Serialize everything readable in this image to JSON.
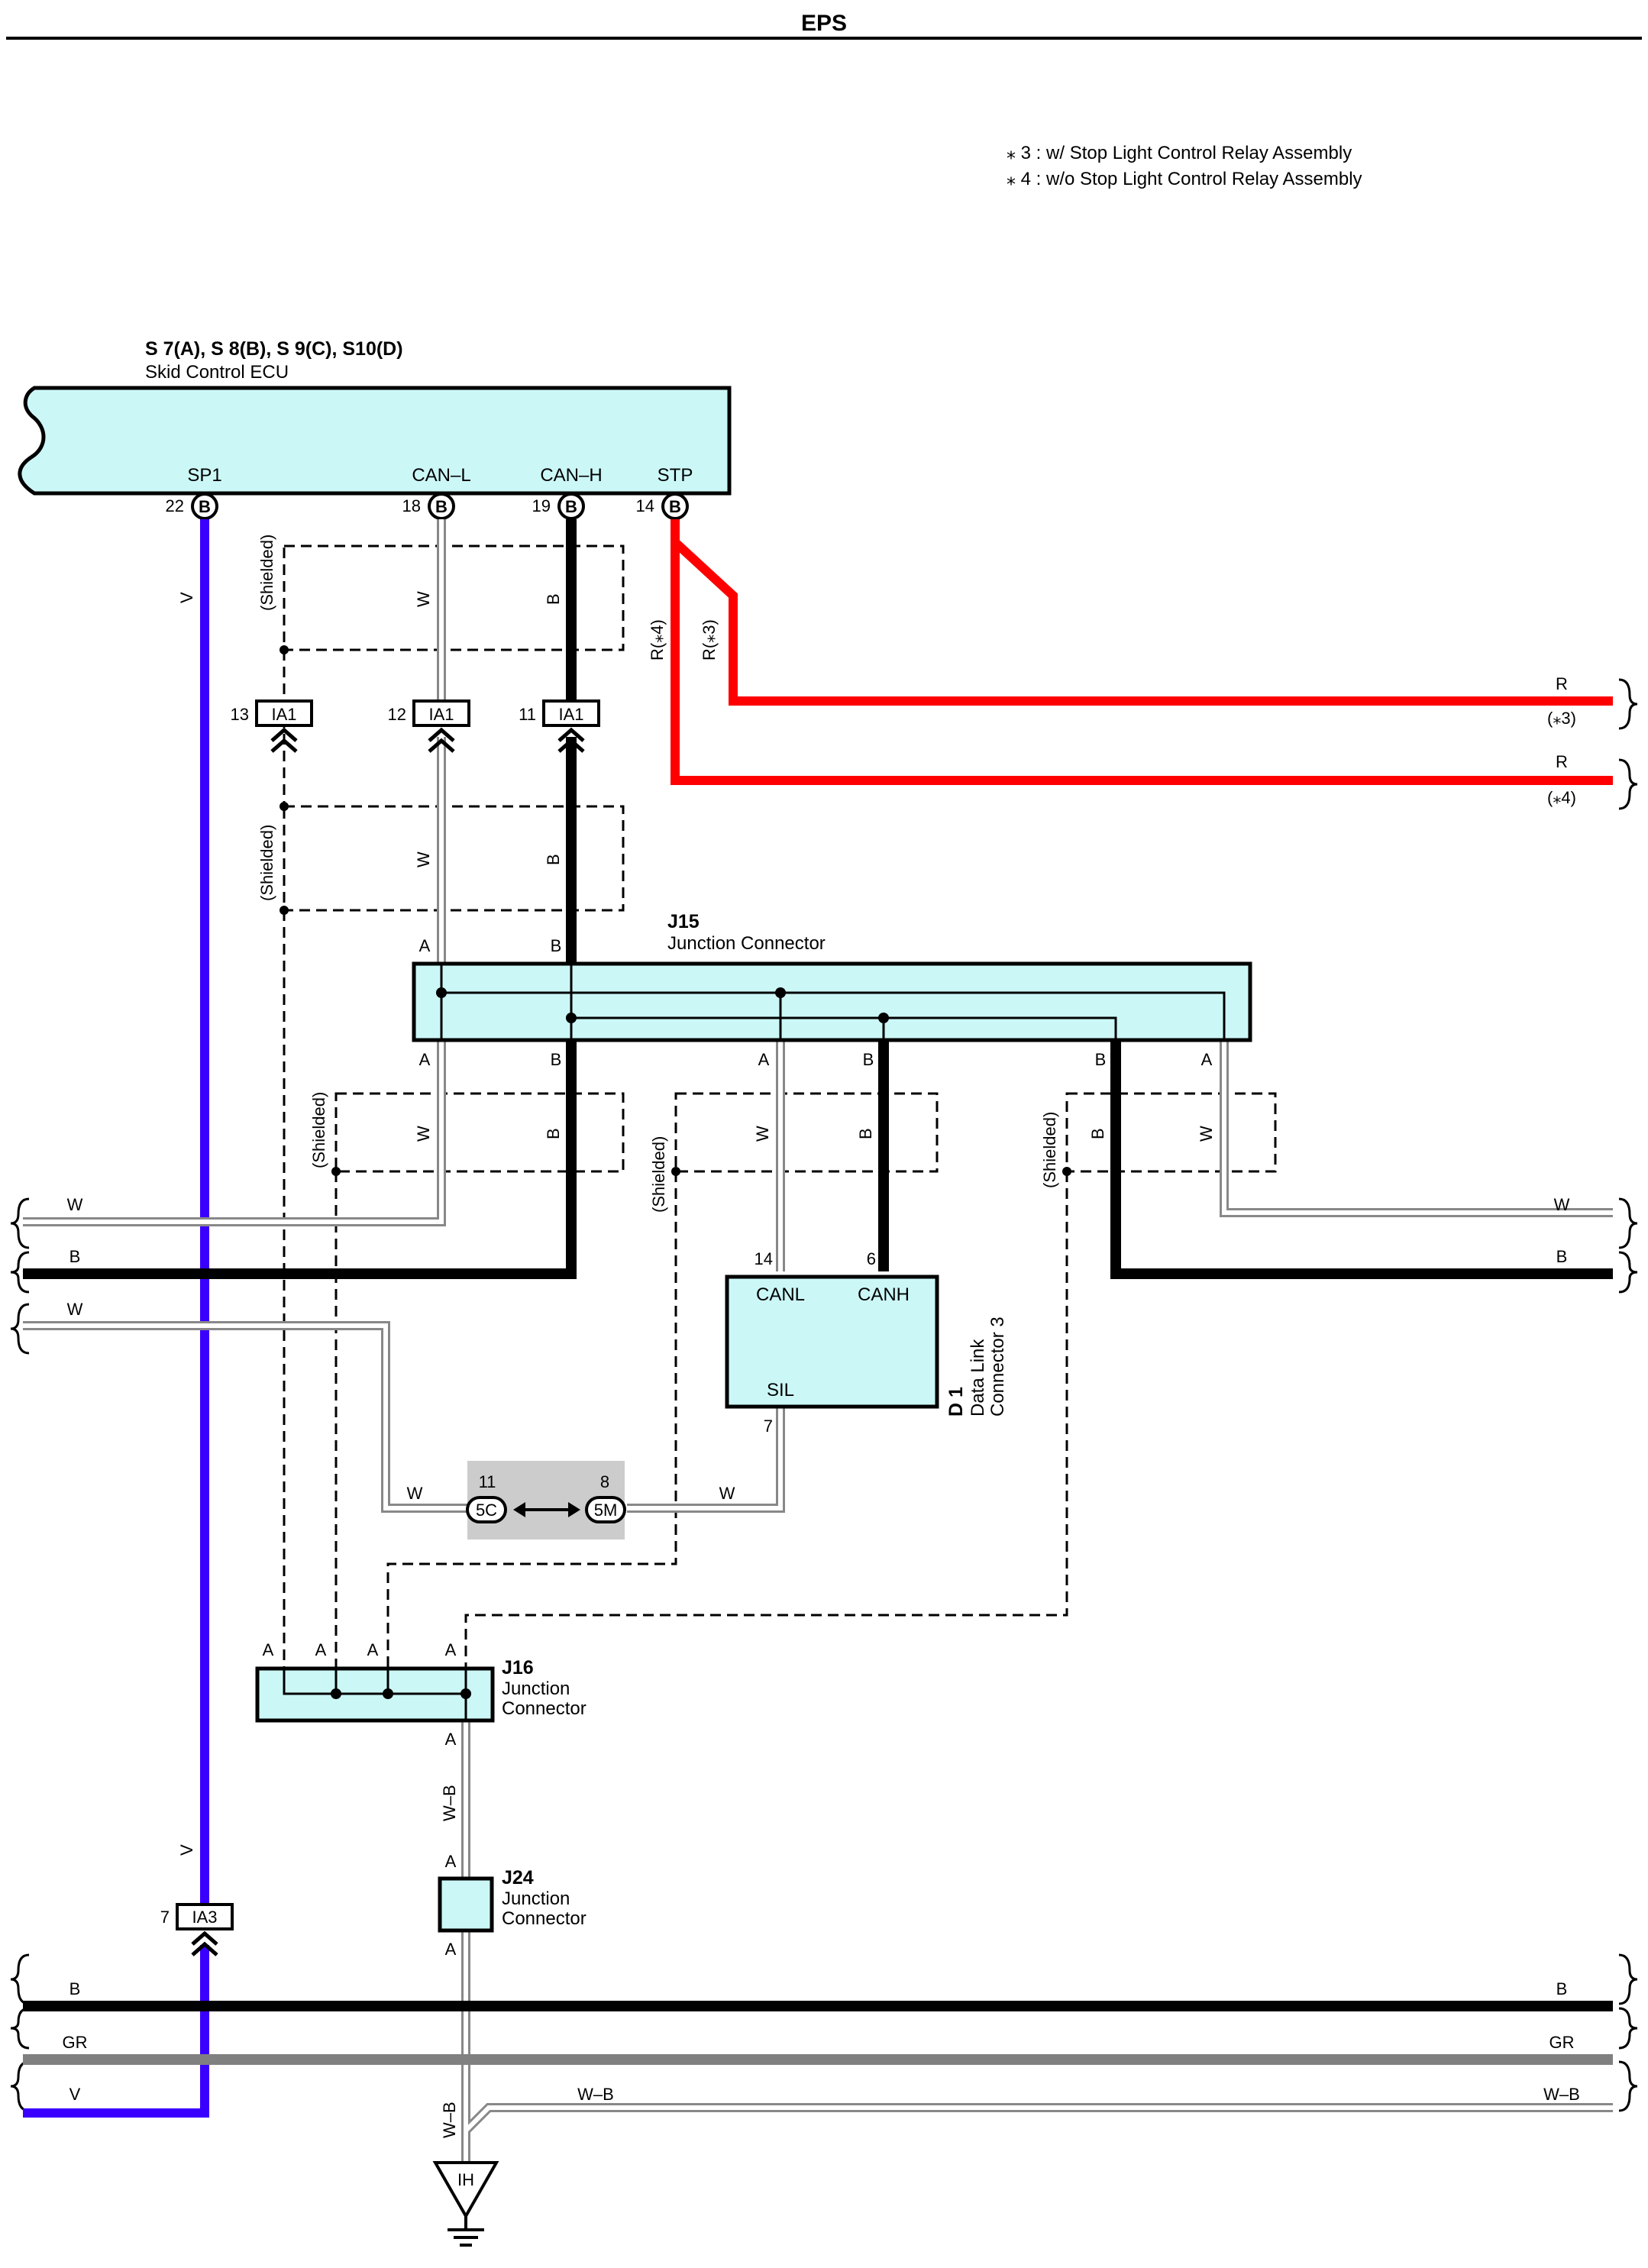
{
  "page": {
    "title": "EPS"
  },
  "notes": [
    "⁎ 3 : w/ Stop Light Control Relay Assembly",
    "⁎ 4 : w/o Stop Light Control Relay Assembly"
  ],
  "ecu": {
    "id": "S 7(A), S 8(B), S 9(C), S10(D)",
    "name": "Skid Control ECU",
    "terminals": [
      {
        "pin": "22",
        "conn": "B",
        "name": "SP1"
      },
      {
        "pin": "18",
        "conn": "B",
        "name": "CAN–L"
      },
      {
        "pin": "19",
        "conn": "B",
        "name": "CAN–H"
      },
      {
        "pin": "14",
        "conn": "B",
        "name": "STP"
      }
    ]
  },
  "inline_connectors": {
    "ia1": {
      "name": "IA1",
      "pins": [
        "13",
        "12",
        "11"
      ]
    },
    "ia3": {
      "name": "IA3",
      "pin": "7"
    }
  },
  "j15": {
    "id": "J15",
    "name": "Junction Connector"
  },
  "j16": {
    "id": "J16",
    "name_line1": "Junction",
    "name_line2": "Connector"
  },
  "j24": {
    "id": "J24",
    "name_line1": "Junction",
    "name_line2": "Connector"
  },
  "d1": {
    "id": "D 1",
    "name_line1": "Data Link",
    "name_line2": "Connector 3",
    "canl": "CANL",
    "canh": "CANH",
    "sil": "SIL",
    "pin_canl": "14",
    "pin_canh": "6",
    "pin_sil": "7"
  },
  "joint": {
    "left_pin": "11",
    "right_pin": "8",
    "left_code": "5C",
    "right_code": "5M"
  },
  "ground": {
    "label": "IH"
  },
  "text": {
    "shielded": "(Shielded)",
    "A": "A",
    "B": "B",
    "W": "W",
    "V": "V",
    "R": "R",
    "GR": "GR",
    "WB": "W–B",
    "R4": "R(⁎4)",
    "R3": "R(⁎3)",
    "note3": "(⁎3)",
    "note4": "(⁎4)"
  },
  "colors": {
    "ecu_fill": "#ccf7f7",
    "violet": "#3a00ff",
    "red": "#ff0000",
    "black": "#000000",
    "gray": "#808080",
    "joint_bg": "#cccccc"
  }
}
